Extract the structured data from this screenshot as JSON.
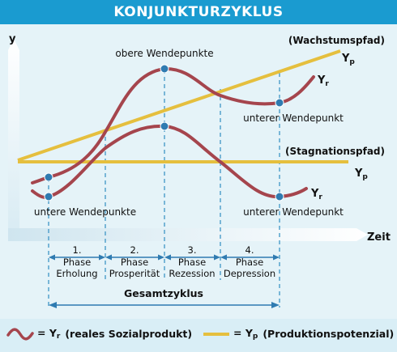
{
  "chart_data": {
    "type": "line",
    "title": "KONJUNKTURZYKLUS",
    "xlabel": "Zeit",
    "ylabel": "y",
    "series": [
      {
        "name": "Yr",
        "description": "reales Sozialprodukt",
        "cycle": "upper"
      },
      {
        "name": "Yr",
        "description": "reales Sozialprodukt",
        "cycle": "lower"
      },
      {
        "name": "Yp",
        "description": "Produktionspotenzial",
        "path": "Wachstumspfad"
      },
      {
        "name": "Yp",
        "description": "Produktionspotenzial",
        "path": "Stagnationspfad"
      }
    ],
    "annotations": {
      "wachstumspfad": "(Wachstumspfad)",
      "stagnationspfad": "(Stagnationspfad)",
      "obere_wendepunkte": "obere Wendepunkte",
      "unterer_wendepunkt_top": "unterer Wendepunkt",
      "unterer_wendepunkt_bottom": "unterer Wendepunkt",
      "untere_wendepunkte": "untere Wendepunkte",
      "yp_label": "Y",
      "yp_sub": "p",
      "yr_label": "Y",
      "yr_sub": "r"
    },
    "phases": [
      {
        "number": "1.",
        "line1": "Phase",
        "line2": "Erholung"
      },
      {
        "number": "2.",
        "line1": "Phase",
        "line2": "Prosperität"
      },
      {
        "number": "3.",
        "line1": "Phase",
        "line2": "Rezession"
      },
      {
        "number": "4.",
        "line1": "Phase",
        "line2": "Depression"
      }
    ],
    "gesamtzyklus": "Gesamtzyklus"
  },
  "legend": {
    "yr_text": "= Y",
    "yr_sub": "r",
    "yr_desc": "(reales Sozialprodukt)",
    "yp_text": "= Y",
    "yp_sub": "p",
    "yp_desc": "(Produktionspotenzial)"
  },
  "colors": {
    "title_bar": "#1a9bd0",
    "curve": "#a5454d",
    "potential": "#e5bf3e",
    "point": "#2f7bb1",
    "dash": "#4a9cc9",
    "background": "#e5f3f8"
  }
}
